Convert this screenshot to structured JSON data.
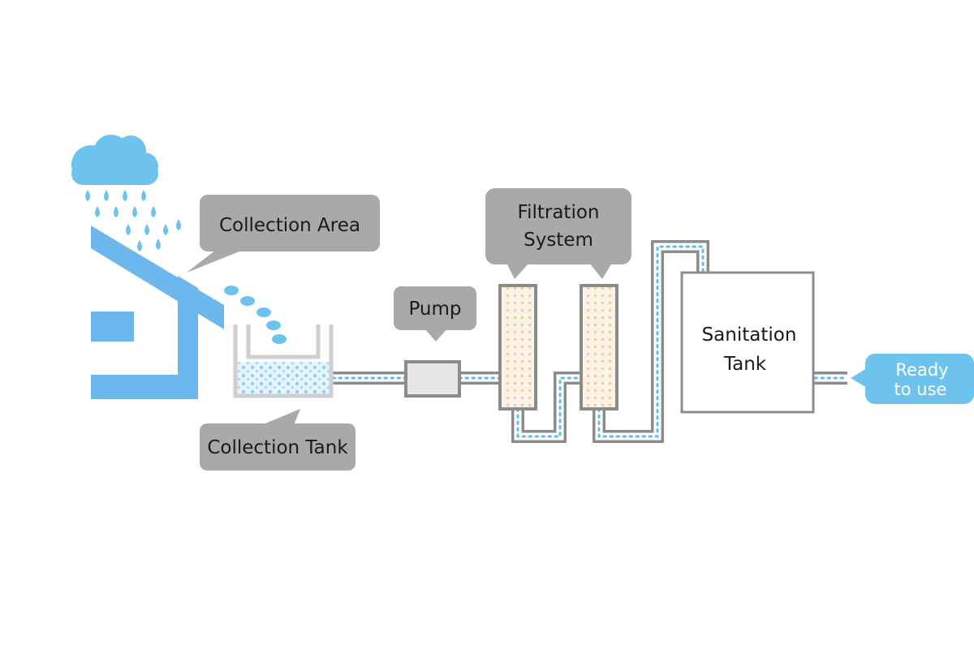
{
  "labels": {
    "collection_area": "Collection Area",
    "collection_tank": "Collection Tank",
    "pump": "Pump",
    "filtration_line1": "Filtration",
    "filtration_line2": "System",
    "sanitation_line1": "Sanitation",
    "sanitation_line2": "Tank",
    "ready_line1": "Ready",
    "ready_line2": "to use"
  },
  "colors": {
    "water_blue": "#6ec3ee",
    "house_blue": "#6cb8ec",
    "callout_gray": "#a9a9a9",
    "pipe_gray": "#8c8c8c",
    "filter_fill": "#fbf3e6",
    "filter_dot": "#e9cf9e",
    "ready_blue": "#6ec3ee"
  },
  "icons": [
    "rain-cloud-icon",
    "house-icon",
    "water-drop-icon"
  ]
}
